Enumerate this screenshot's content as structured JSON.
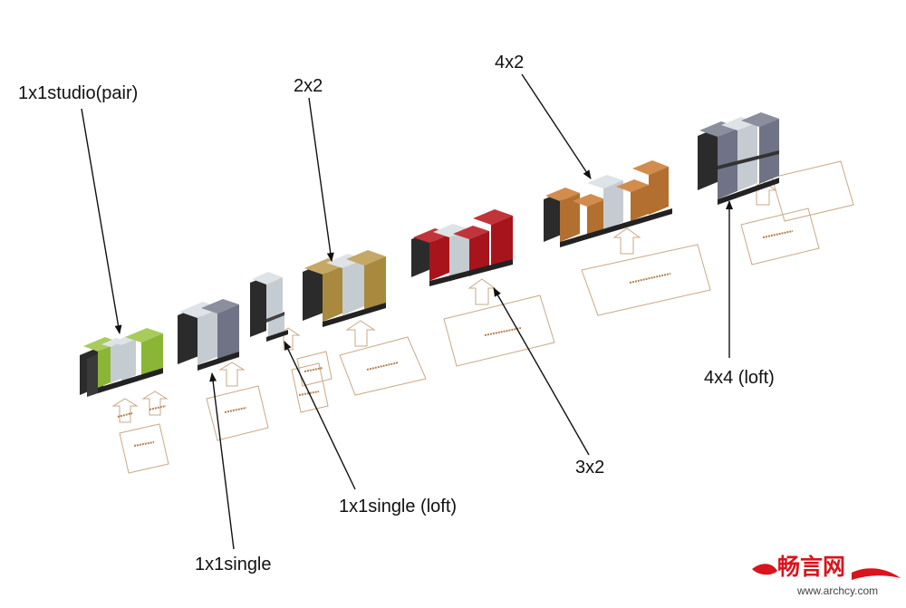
{
  "labels": {
    "studio_pair": "1x1studio(pair)",
    "two_by_two": "2x2",
    "four_by_two": "4x2",
    "four_by_four": "4x4 (loft)",
    "three_by_two": "3x2",
    "single_loft": "1x1single (loft)",
    "single": "1x1single"
  },
  "colors": {
    "studio_green": "#8bb536",
    "gray_light": "#c5ccd1",
    "slate": "#6f7385",
    "ochre": "#a8893e",
    "red": "#a8141c",
    "orange_brown": "#b36f2f",
    "base_dark": "#2b2b2b",
    "plan_line": "#c9a887",
    "watermark_red": "#d8141d"
  },
  "watermark": {
    "brand": "畅言网",
    "url": "www.archcy.com"
  }
}
